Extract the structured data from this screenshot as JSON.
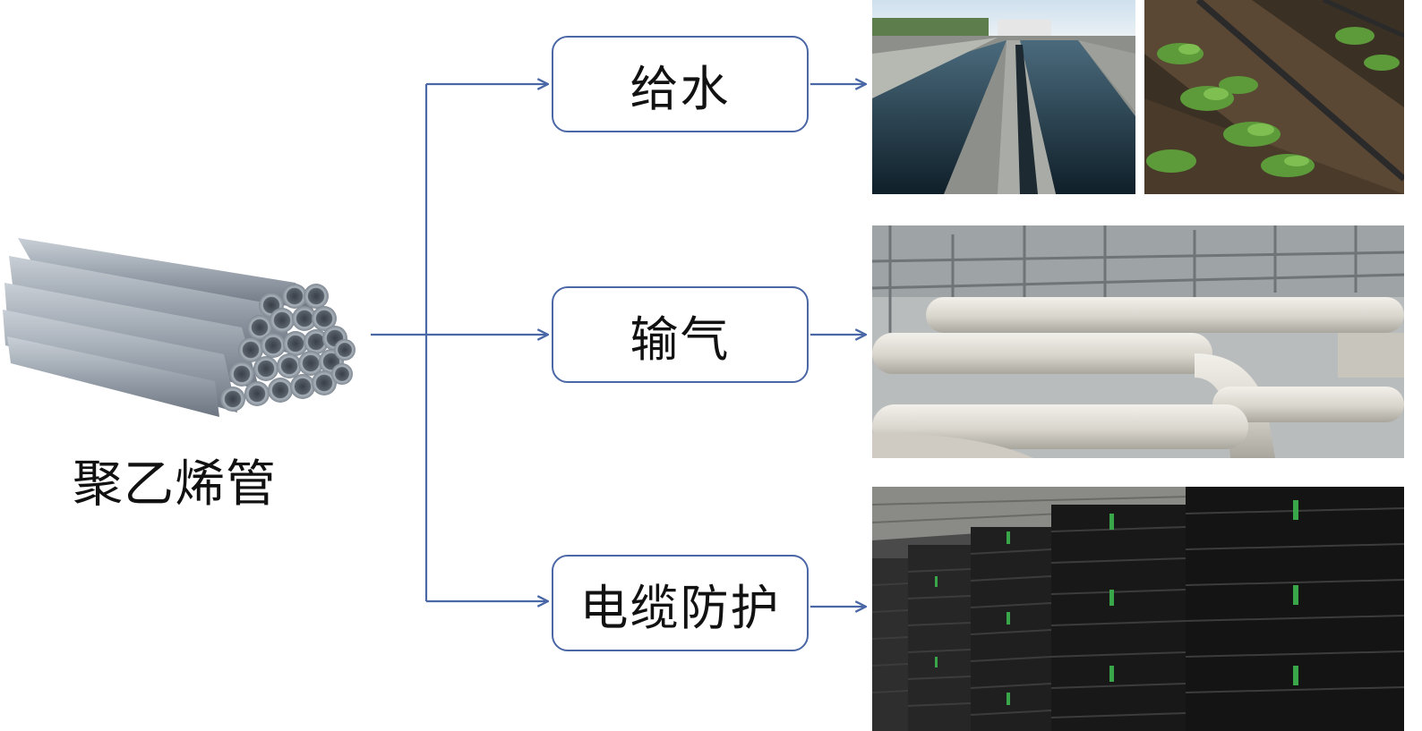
{
  "source": {
    "label": "聚乙烯管",
    "image_icon": "polyethylene-pipe-stack"
  },
  "categories": [
    {
      "label": "给水",
      "photos": [
        "sewage-treatment-basins",
        "drip-irrigation-field"
      ]
    },
    {
      "label": "输气",
      "photos": [
        "industrial-gas-pipelines"
      ]
    },
    {
      "label": "电缆防护",
      "photos": [
        "cable-conduit-coils-warehouse"
      ]
    }
  ],
  "colors": {
    "connector": "#4a67a6",
    "box_border": "#4a67a6",
    "text": "#111111"
  }
}
